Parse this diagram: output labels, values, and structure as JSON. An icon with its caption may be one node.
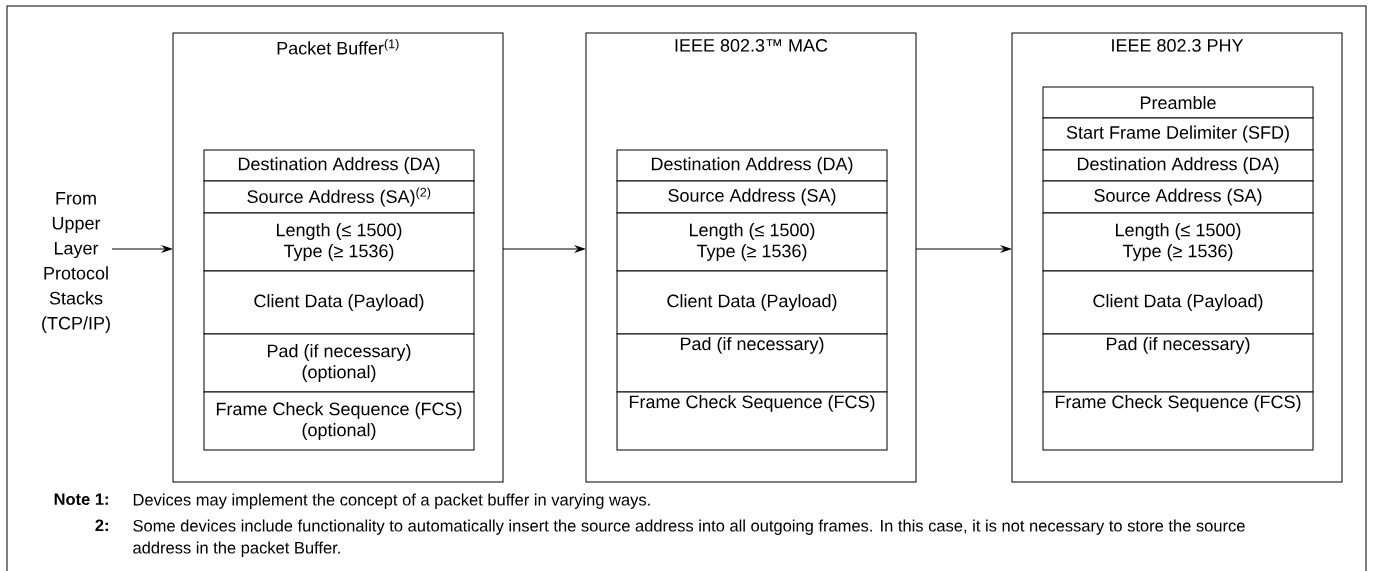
{
  "diagram": {
    "nodes": [
      {
        "text": [
          "From Upper Layer Protocol Stacks (TCP/IP)"
        ]
      },
      {
        "text": [
          "Packet Buffer$^{(1)}$"
        ]
      },
      {
        "text": [
          "Destination Address (DA)"
        ],
        "in": 1
      },
      {
        "text": [
          "Source Address (SA)$^{(2)}$"
        ],
        "in": 1
      },
      {
        "text": [
          "Length (≤ 1500)",
          "Type (≥ 1536)"
        ],
        "in": 1
      },
      {
        "text": [
          "Client Data (Payload)"
        ],
        "in": 1
      },
      {
        "text": [
          "Pad (if necessary)",
          "(optional)"
        ],
        "in": 1
      },
      {
        "text": [
          "Frame Check Sequence (FCS)",
          "(optional)"
        ],
        "in": 1
      },
      {
        "text": [
          "IEEE 802.3™ MAC"
        ]
      },
      {
        "text": [
          "Destination Address (DA)"
        ],
        "in": 8
      },
      {
        "text": [
          "Source Address (SA)"
        ],
        "in": 8
      },
      {
        "text": [
          "Length (≤ 1500)",
          "Type (≥ 1536)"
        ],
        "in": 8
      },
      {
        "text": [
          "Client Data (Payload)"
        ],
        "in": 8
      },
      {
        "text": [
          "Pad (if necessary)"
        ],
        "in": 8
      },
      {
        "text": [
          "Frame Check Sequence (FCS)"
        ],
        "in": 8
      },
      {
        "text": [
          "IEEE 802.3 PHY"
        ]
      },
      {
        "text": [
          "Preamble"
        ],
        "in": 15
      },
      {
        "text": [
          "Start Frame Delimiter (SFD)"
        ],
        "in": 15
      },
      {
        "text": [
          "Destination Address (DA)"
        ],
        "in": 15
      },
      {
        "text": [
          "Source Address (SA)"
        ],
        "in": 15
      },
      {
        "text": [
          "Length (≤ 1500)",
          "Type (≥ 1536)"
        ],
        "in": 15
      },
      {
        "text": [
          "Client Data (Payload)"
        ],
        "in": 15
      },
      {
        "text": [
          "Pad (if necessary)"
        ],
        "in": 15
      },
      {
        "text": [
          "Frame Check Sequence (FCS)"
        ],
        "in": 15
      }
    ],
    "edges": [
      {
        "from": 0,
        "to": 1,
        "arrow": "to"
      },
      {
        "from": 1,
        "to": 8,
        "arrow": "to"
      },
      {
        "from": 8,
        "to": 15,
        "arrow": "to"
      }
    ],
    "labels": [
      "Note 1:",
      "Devices may implement the concept of a packet buffer in varying ways.",
      "2:",
      "Some devices include functionality to automatically insert the source address into all outgoing frames. In this case, it is not necessary to store the source address in the packet Buffer."
    ]
  }
}
